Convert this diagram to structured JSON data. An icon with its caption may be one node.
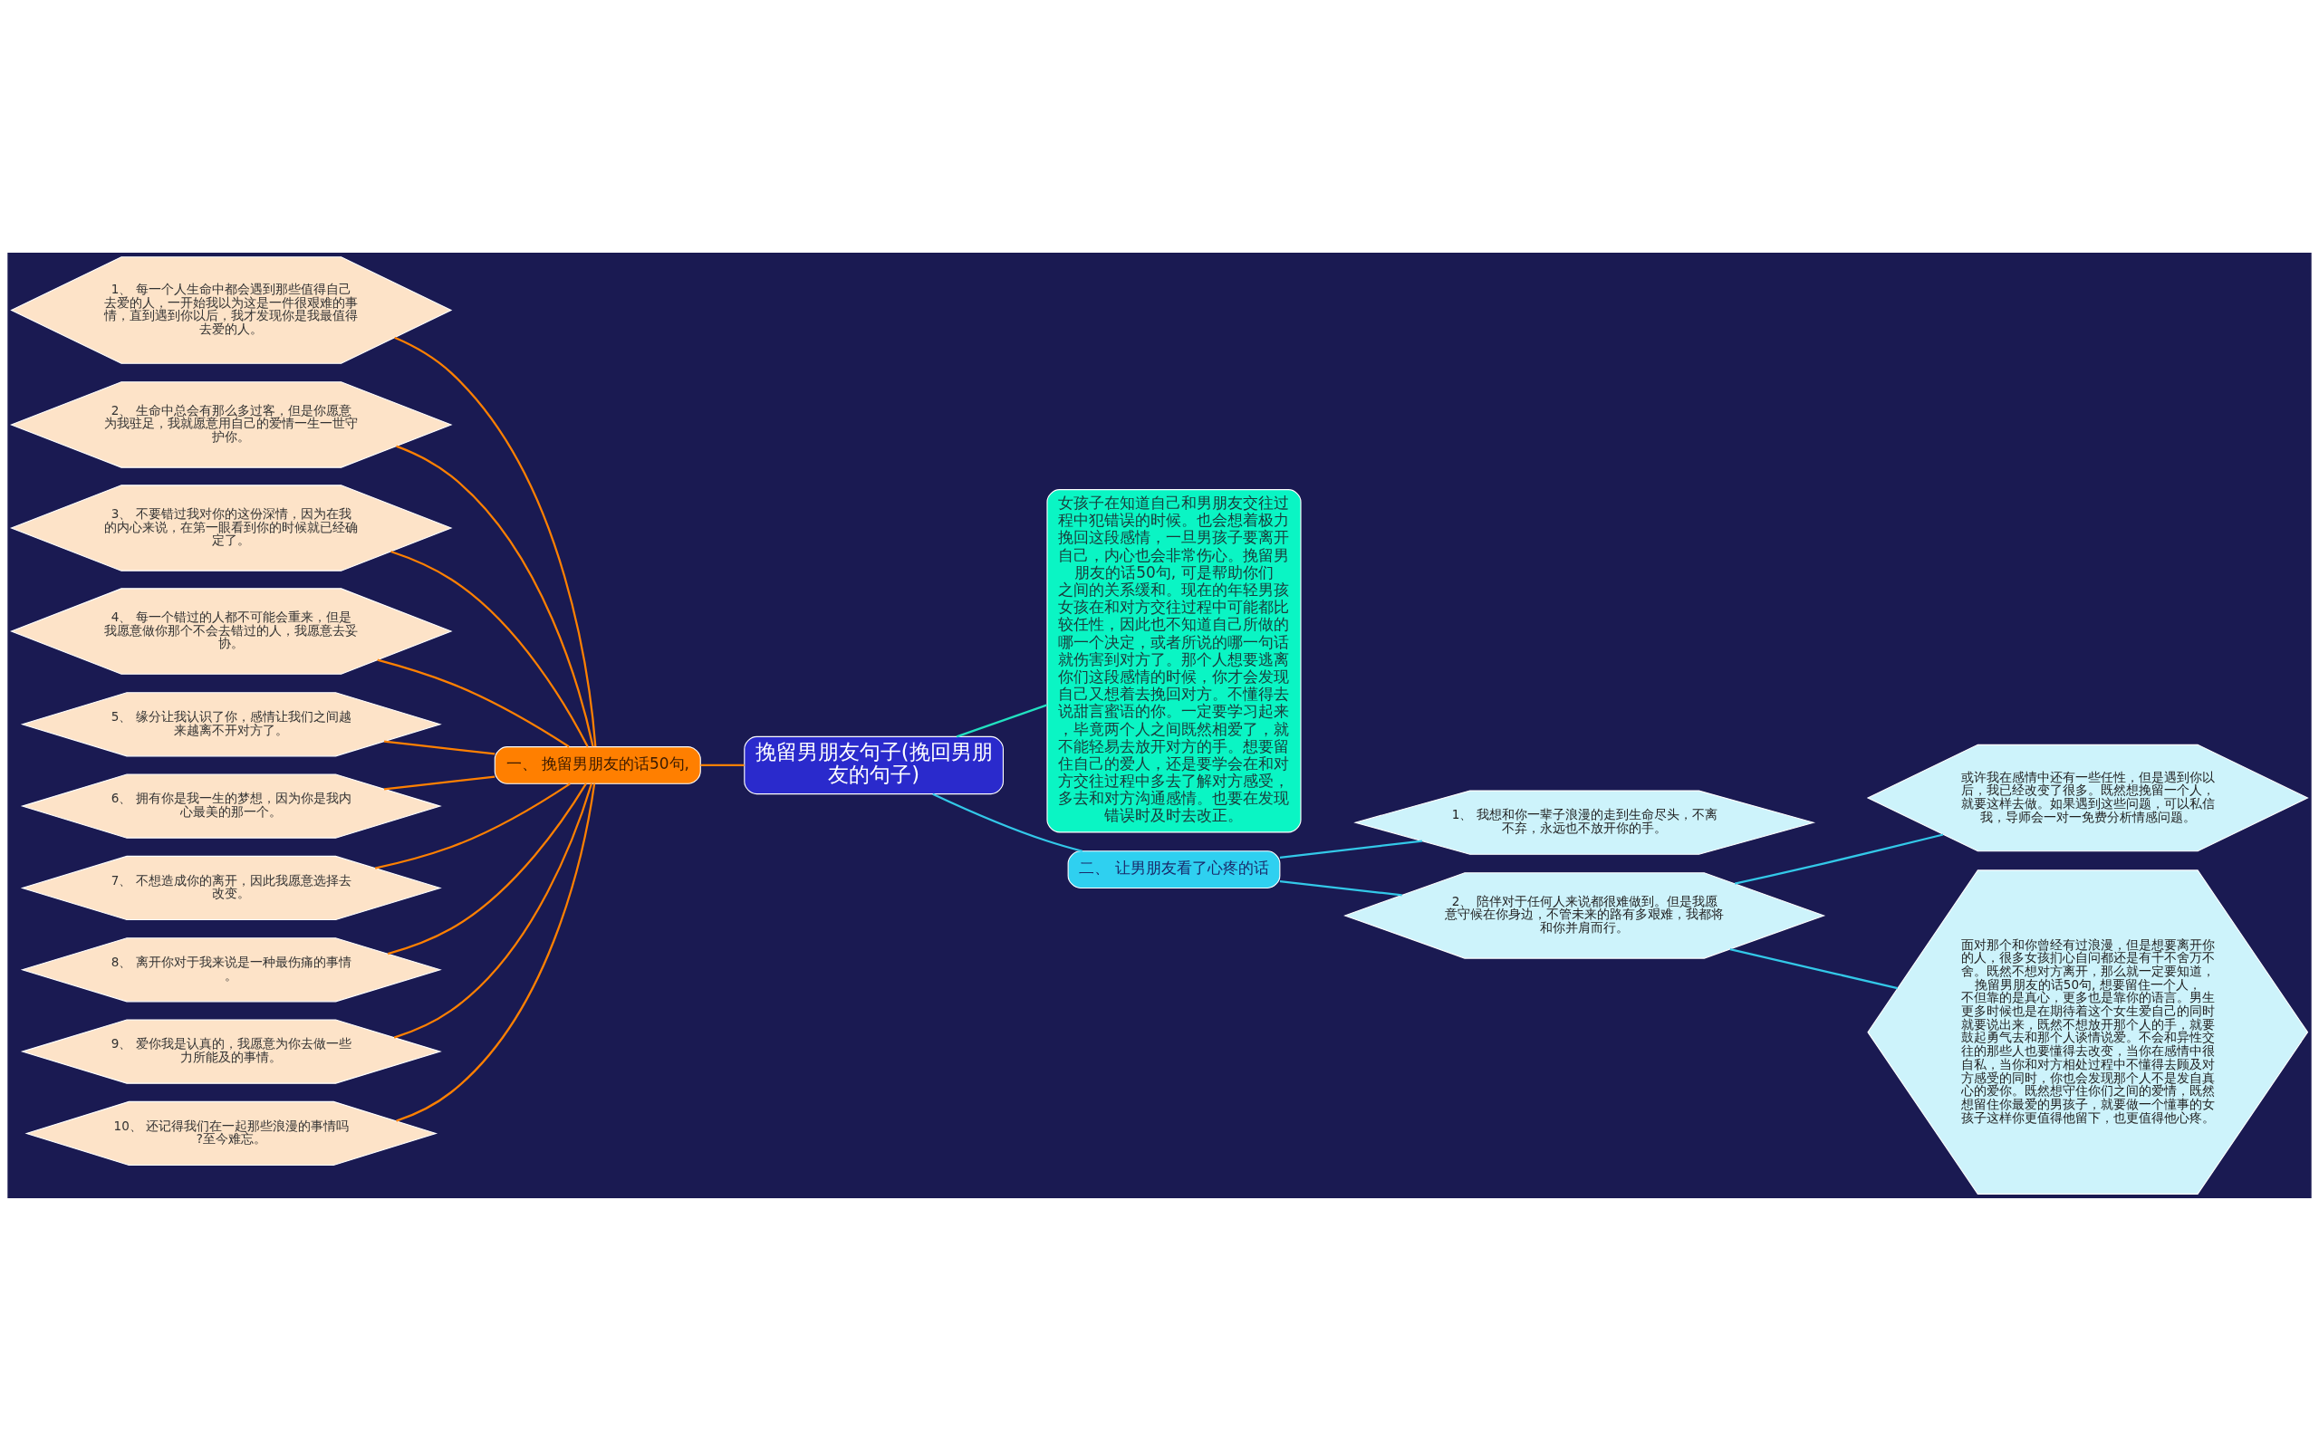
{
  "diagram": {
    "nodes": [
      {
        "text": [
          "挽留男朋友句子(挽回男朋友的句子)"
        ]
      },
      {
        "text": [
          "一、 挽留男朋友的话50句,"
        ]
      },
      {
        "text": [
          "1、 每一个人生命中都会遇到那些值得自己去爱的人，一开始我以为这是一件很艰难的事情，直到遇到你以后，我才发现你是我最值得去爱的人。"
        ]
      },
      {
        "text": [
          "2、 生命中总会有那么多过客，但是你愿意为我驻足，我就愿意用自己的爱情一生一世守护你。"
        ]
      },
      {
        "text": [
          "3、 不要错过我对你的这份深情，因为在我的内心来说，在第一眼看到你的时候就已经确定了。"
        ]
      },
      {
        "text": [
          "4、 每一个错过的人都不可能会重来，但是我愿意做你那个不会去错过的人，我愿意去妥协。"
        ]
      },
      {
        "text": [
          "5、 缘分让我认识了你，感情让我们之间越来越离不开对方了。"
        ]
      },
      {
        "text": [
          "6、 拥有你是我一生的梦想，因为你是我内心最美的那一个。"
        ]
      },
      {
        "text": [
          "7、 不想造成你的离开，因此我愿意选择去改变。"
        ]
      },
      {
        "text": [
          "8、 离开你对于我来说是一种最伤痛的事情。"
        ]
      },
      {
        "text": [
          "9、 爱你我是认真的，我愿意为你去做一些力所能及的事情。"
        ]
      },
      {
        "text": [
          "10、 还记得我们在一起那些浪漫的事情吗?至今难忘。"
        ]
      },
      {
        "text": [
          "女孩子在知道自己和男朋友交往过程中犯错误的时候。也会想着极力挽回这段感情，一旦男孩子要离开自己，内心也会非常伤心。挽留男朋友的话50句, 可是帮助你们之间的关系缓和。现在的年轻男孩女孩在和对方交往过程中可能都比较任性，因此也不知道自己所做的哪一个决定，或者所说的哪一句话就伤害到对方了。那个人想要逃离你们这段感情的时候，你才会发现自己又想着去挽回对方。不懂得去说甜言蜜语的你。一定要学习起来，毕竟两个人之间既然相爱了，就不能轻易去放开对方的手。想要留住自己的爱人，还是要学会在和对方交往过程中多去了解对方感受，多去和对方沟通感情。也要在发现错误时及时去改正。"
        ]
      },
      {
        "text": [
          "二、 让男朋友看了心疼的话"
        ]
      },
      {
        "text": [
          "1、 我想和你一辈子浪漫的走到生命尽头，不离不弃，永远也不放开你的手。"
        ]
      },
      {
        "text": [
          "2、 陪伴对于任何人来说都很难做到。但是我愿意守候在你身边，不管未来的路有多艰难，我都将和你并肩而行。"
        ]
      },
      {
        "text": [
          "或许我在感情中还有一些任性，但是遇到你以后，我已经改变了很多。既然想挽留一个人，就要这样去做。如果遇到这些问题，可以私信我，导师会一对一免费分析情感问题。"
        ]
      },
      {
        "text": [
          "面对那个和你曾经有过浪漫，但是想要离开你的人，很多女孩扪心自问都还是有千不舍万不舍。既然不想对方离开，那么就一定要知道，挽留男朋友的话50句, 想要留住一个人，不但靠的是真心，更多也是靠你的语言。男生更多时候也是在期待着这个女生爱自己的同时就要说出来，既然不想放开那个人的手，就要鼓起勇气去和那个人谈情说爱。不会和异性交往的那些人也要懂得去改变，当你在感情中很自私，当你和对方相处过程中不懂得去顾及对方感受的同时，你也会发现那个人不是发自真心的爱你。既然想守住你们之间的爱情，既然想留住你最爱的男孩子，就要做一个懂事的女孩子这样你更值得他留下，也更值得他心疼。"
        ]
      }
    ],
    "edges": [
      {
        "from": 0,
        "to": 1,
        "arrow": "none"
      },
      {
        "from": 1,
        "to": 2,
        "arrow": "none"
      },
      {
        "from": 1,
        "to": 3,
        "arrow": "none"
      },
      {
        "from": 1,
        "to": 4,
        "arrow": "none"
      },
      {
        "from": 1,
        "to": 5,
        "arrow": "none"
      },
      {
        "from": 1,
        "to": 6,
        "arrow": "none"
      },
      {
        "from": 1,
        "to": 7,
        "arrow": "none"
      },
      {
        "from": 1,
        "to": 8,
        "arrow": "none"
      },
      {
        "from": 1,
        "to": 9,
        "arrow": "none"
      },
      {
        "from": 1,
        "to": 10,
        "arrow": "none"
      },
      {
        "from": 1,
        "to": 11,
        "arrow": "none"
      },
      {
        "from": 0,
        "to": 12,
        "arrow": "none",
        "color": "#22e0c0"
      },
      {
        "from": 0,
        "to": 13,
        "arrow": "none",
        "color": "#33c8e8"
      },
      {
        "from": 13,
        "to": 14,
        "arrow": "none",
        "color": "#33c8e8"
      },
      {
        "from": 13,
        "to": 15,
        "arrow": "none",
        "color": "#33c8e8"
      },
      {
        "from": 15,
        "to": 16,
        "arrow": "none",
        "color": "#33c8e8"
      },
      {
        "from": 15,
        "to": 17,
        "arrow": "none",
        "color": "#33c8e8"
      }
    ]
  }
}
